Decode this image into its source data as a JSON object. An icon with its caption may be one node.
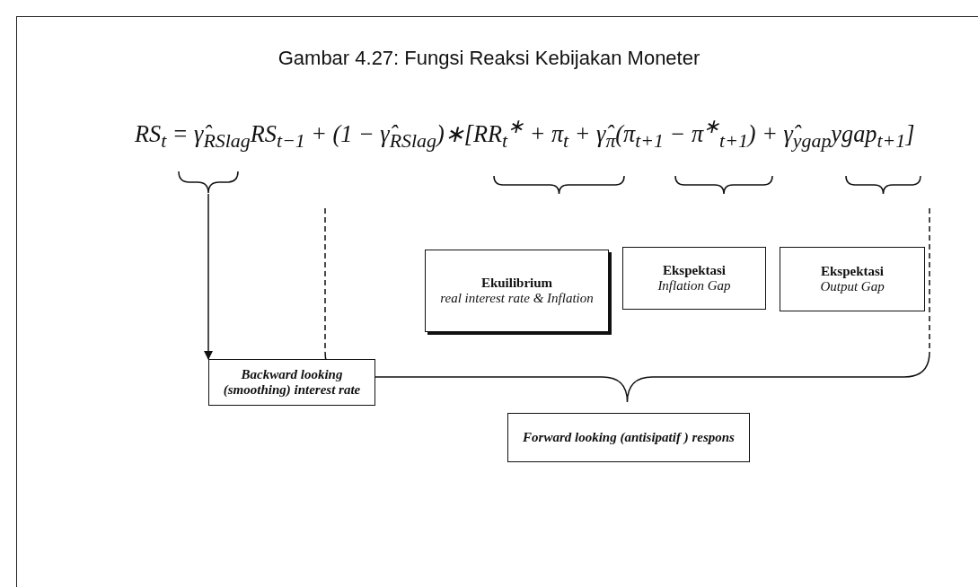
{
  "diagram": {
    "title": "Gambar 4.27: Fungsi Reaksi Kebijakan Moneter",
    "nodes": [
      {
        "text": [],
        "shape": "brace"
      },
      {
        "text": [
          "Ekuilibrium",
          "real interest  rate & Inflation"
        ]
      },
      {
        "text": [
          "Ekspektasi",
          "Inflation Gap"
        ]
      },
      {
        "text": [
          "Ekspektasi",
          "Output Gap"
        ]
      },
      {
        "text": [
          "Backward looking (smoothing) interest rate"
        ]
      },
      {
        "text": [
          "Forward looking (antisipatif ) respons"
        ]
      }
    ],
    "edges": [
      {
        "from": 0,
        "to": 4,
        "arrow": "to"
      }
    ],
    "labels": [
      "RS$_{t}$ = γ̂$_{RSlag}$RS$_{t−1}$ + (1 − γ̂$_{RSlag}$)∗[RR$_{t}$$^{∗}$ + π$_{t}$ + γ̂$_{π}$(π$_{t+1}$ − π$^{∗}$$_{t+1}$) + γ̂$_{ygap}$ygap$_{t+1}$]"
    ]
  }
}
